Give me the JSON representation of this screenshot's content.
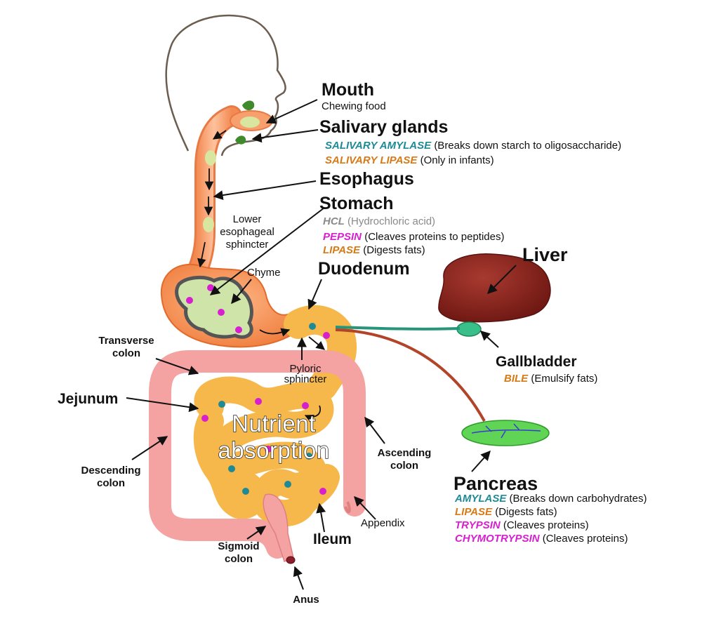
{
  "organs": {
    "mouth": {
      "title": "Mouth",
      "desc": "Chewing food"
    },
    "salivary": {
      "title": "Salivary glands",
      "enzymes": [
        {
          "name": "SALIVARY AMYLASE",
          "desc": "(Breaks down starch to oligosaccharide)",
          "color": "#1e8a96"
        },
        {
          "name": "SALIVARY LIPASE",
          "desc": "(Only in infants)",
          "color": "#d67a16"
        }
      ]
    },
    "esophagus": {
      "title": "Esophagus"
    },
    "stomach": {
      "title": "Stomach",
      "enzymes": [
        {
          "name": "HCL",
          "desc": "(Hydrochloric acid)",
          "color": "#8a8a8a"
        },
        {
          "name": "PEPSIN",
          "desc": "(Cleaves proteins to peptides)",
          "color": "#d81fd0"
        },
        {
          "name": "LIPASE",
          "desc": "(Digests fats)",
          "color": "#d67a16"
        }
      ]
    },
    "duodenum": {
      "title": "Duodenum"
    },
    "liver": {
      "title": "Liver"
    },
    "gallbladder": {
      "title": "Gallbladder",
      "enzymes": [
        {
          "name": "BILE",
          "desc": "(Emulsify fats)",
          "color": "#d67a16"
        }
      ]
    },
    "pancreas": {
      "title": "Pancreas",
      "enzymes": [
        {
          "name": "AMYLASE",
          "desc": "(Breaks down carbohydrates)",
          "color": "#1e8a96"
        },
        {
          "name": "LIPASE",
          "desc": "(Digests fats)",
          "color": "#d67a16"
        },
        {
          "name": "TRYPSIN",
          "desc": "(Cleaves proteins)",
          "color": "#d81fd0"
        },
        {
          "name": "CHYMOTRYPSIN",
          "desc": "(Cleaves proteins)",
          "color": "#d81fd0"
        }
      ]
    },
    "jejunum": {
      "title": "Jejunum"
    },
    "ileum": {
      "title": "Ileum"
    }
  },
  "minor_labels": {
    "lower_sphincter": [
      "Lower",
      "esophageal",
      "sphincter"
    ],
    "chyme": "Chyme",
    "pyloric": [
      "Pyloric",
      "sphincter"
    ],
    "transverse": [
      "Transverse",
      "colon"
    ],
    "descending": [
      "Descending",
      "colon"
    ],
    "ascending": [
      "Ascending",
      "colon"
    ],
    "appendix": "Appendix",
    "sigmoid": [
      "Sigmoid",
      "colon"
    ],
    "anus": "Anus"
  },
  "center_text": [
    "Nutrient",
    "absorption"
  ]
}
